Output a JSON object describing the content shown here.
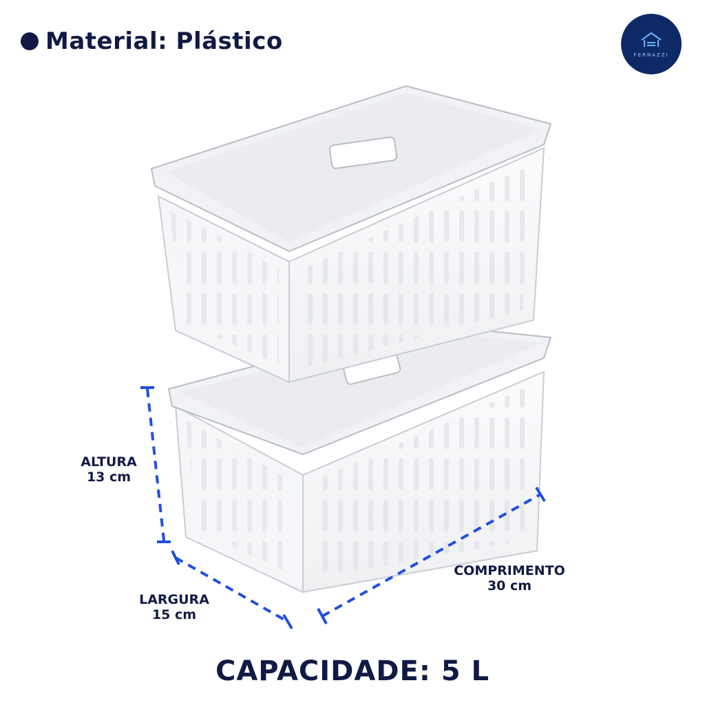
{
  "header": {
    "material_text": "Material: Plástico"
  },
  "logo": {
    "brand": "FERNAZZI",
    "icon": "house-roof-icon",
    "color": "#0e2a66"
  },
  "dimensions": {
    "altura_label": "ALTURA",
    "altura_value": "13 cm",
    "largura_label": "LARGURA",
    "largura_value": "15 cm",
    "comprimento_label": "COMPRIMENTO",
    "comprimento_value": "30 cm",
    "line_color": "#1f4fe0"
  },
  "capacity_text": "CAPACIDADE: 5 L",
  "colors": {
    "text": "#101a44"
  }
}
